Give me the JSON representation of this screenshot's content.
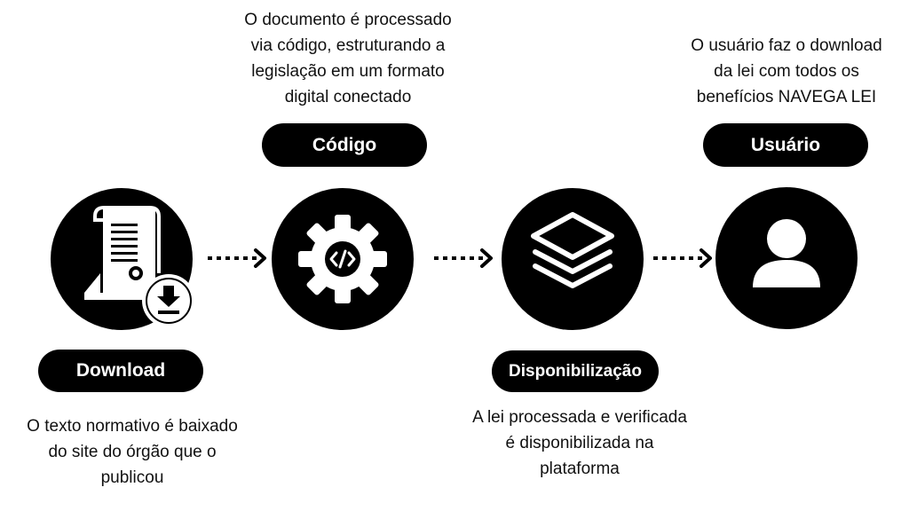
{
  "steps": [
    {
      "label": "Download",
      "description": "O texto normativo é baixado\ndo site do órgão que o\npublicou",
      "icon": "document-download-icon"
    },
    {
      "label": "Código",
      "description": "O documento é processado\nvia código, estruturando a\nlegislação em um formato\ndigital conectado",
      "icon": "gear-code-icon"
    },
    {
      "label": "Disponibilização",
      "description": "A lei processada e verificada\né disponibilizada na\nplataforma",
      "icon": "layers-icon"
    },
    {
      "label": "Usuário",
      "description": "O usuário faz o download\nda lei com todos os\nbenefícios NAVEGA LEI",
      "icon": "user-icon"
    }
  ],
  "connectors": [
    "dotted-arrow-icon",
    "dotted-arrow-icon",
    "dotted-arrow-icon"
  ],
  "colors": {
    "fill": "#000000",
    "text_on_fill": "#ffffff",
    "text": "#111111",
    "background": "#ffffff"
  }
}
